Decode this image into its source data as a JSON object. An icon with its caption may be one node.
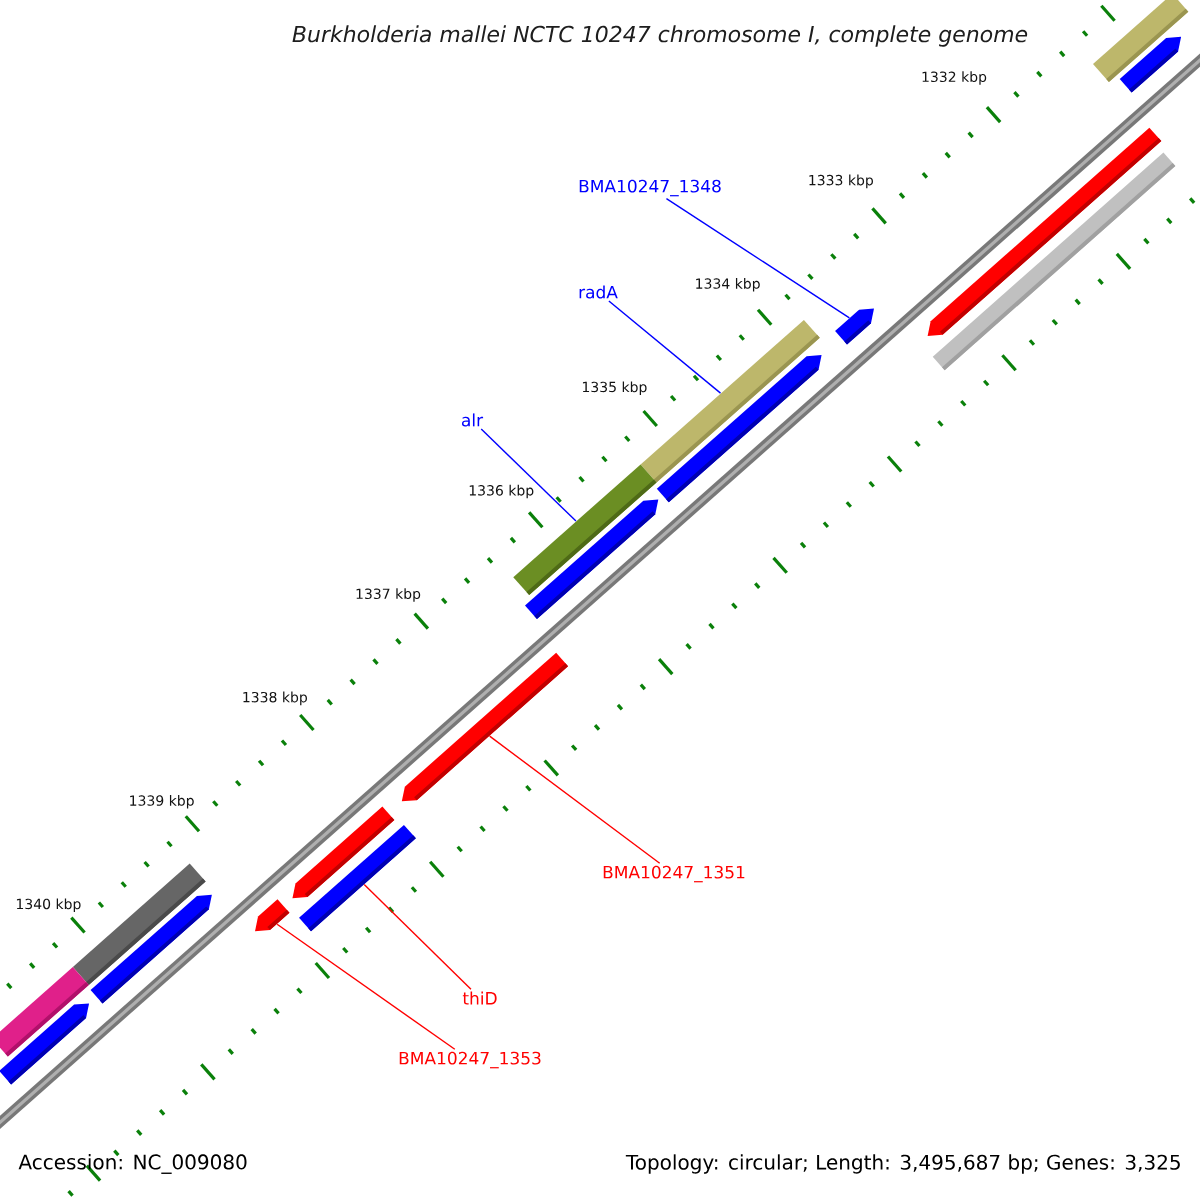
{
  "diagram": {
    "title": "Burkholderia mallei NCTC 10247 chromosome I, complete genome",
    "nodes": [
      {
        "text": [
          "BMA10247_1348"
        ]
      },
      {
        "text": [
          "radA"
        ]
      },
      {
        "text": [
          "alr"
        ]
      },
      {
        "text": [
          "BMA10247_1351"
        ]
      },
      {
        "text": [
          "thiD"
        ]
      },
      {
        "text": [
          "BMA10247_1353"
        ]
      },
      {
        "text": [],
        "shape": "bar"
      },
      {
        "text": [],
        "shape": "arrow"
      },
      {
        "text": [],
        "shape": "arrow"
      },
      {
        "text": [],
        "shape": "bar"
      },
      {
        "text": [],
        "shape": "arrow"
      },
      {
        "text": [],
        "shape": "bar"
      },
      {
        "text": [],
        "shape": "arrow"
      },
      {
        "text": [],
        "shape": "bar"
      },
      {
        "text": [],
        "shape": "arrow"
      },
      {
        "text": [],
        "shape": "arrow"
      },
      {
        "text": [],
        "shape": "arrow"
      },
      {
        "text": [],
        "shape": "bar"
      },
      {
        "text": [],
        "shape": "arrow"
      },
      {
        "text": [],
        "shape": "bar"
      },
      {
        "text": [],
        "shape": "arrow"
      },
      {
        "text": [],
        "shape": "bar"
      },
      {
        "text": [],
        "shape": "arrow"
      }
    ],
    "edges": [
      {
        "from": 0,
        "to": 10,
        "arrow": "none",
        "color": "#0000ff"
      },
      {
        "from": 1,
        "to": 11,
        "arrow": "none",
        "color": "#0000ff"
      },
      {
        "from": 2,
        "to": 13,
        "arrow": "none",
        "color": "#0000ff"
      },
      {
        "from": 3,
        "to": 15,
        "arrow": "none",
        "color": "#ff0000"
      },
      {
        "from": 4,
        "to": 17,
        "arrow": "none",
        "color": "#ff0000"
      },
      {
        "from": 5,
        "to": 18,
        "arrow": "none",
        "color": "#ff0000"
      }
    ],
    "labels": [
      "1332 kbp",
      "1333 kbp",
      "1334 kbp",
      "1335 kbp",
      "1336 kbp",
      "1337 kbp",
      "1338 kbp",
      "1339 kbp",
      "1340 kbp",
      "Accession: NC_009080",
      "Topology: circular; Length: 3,495,687 bp; Genes: 3,325"
    ]
  }
}
